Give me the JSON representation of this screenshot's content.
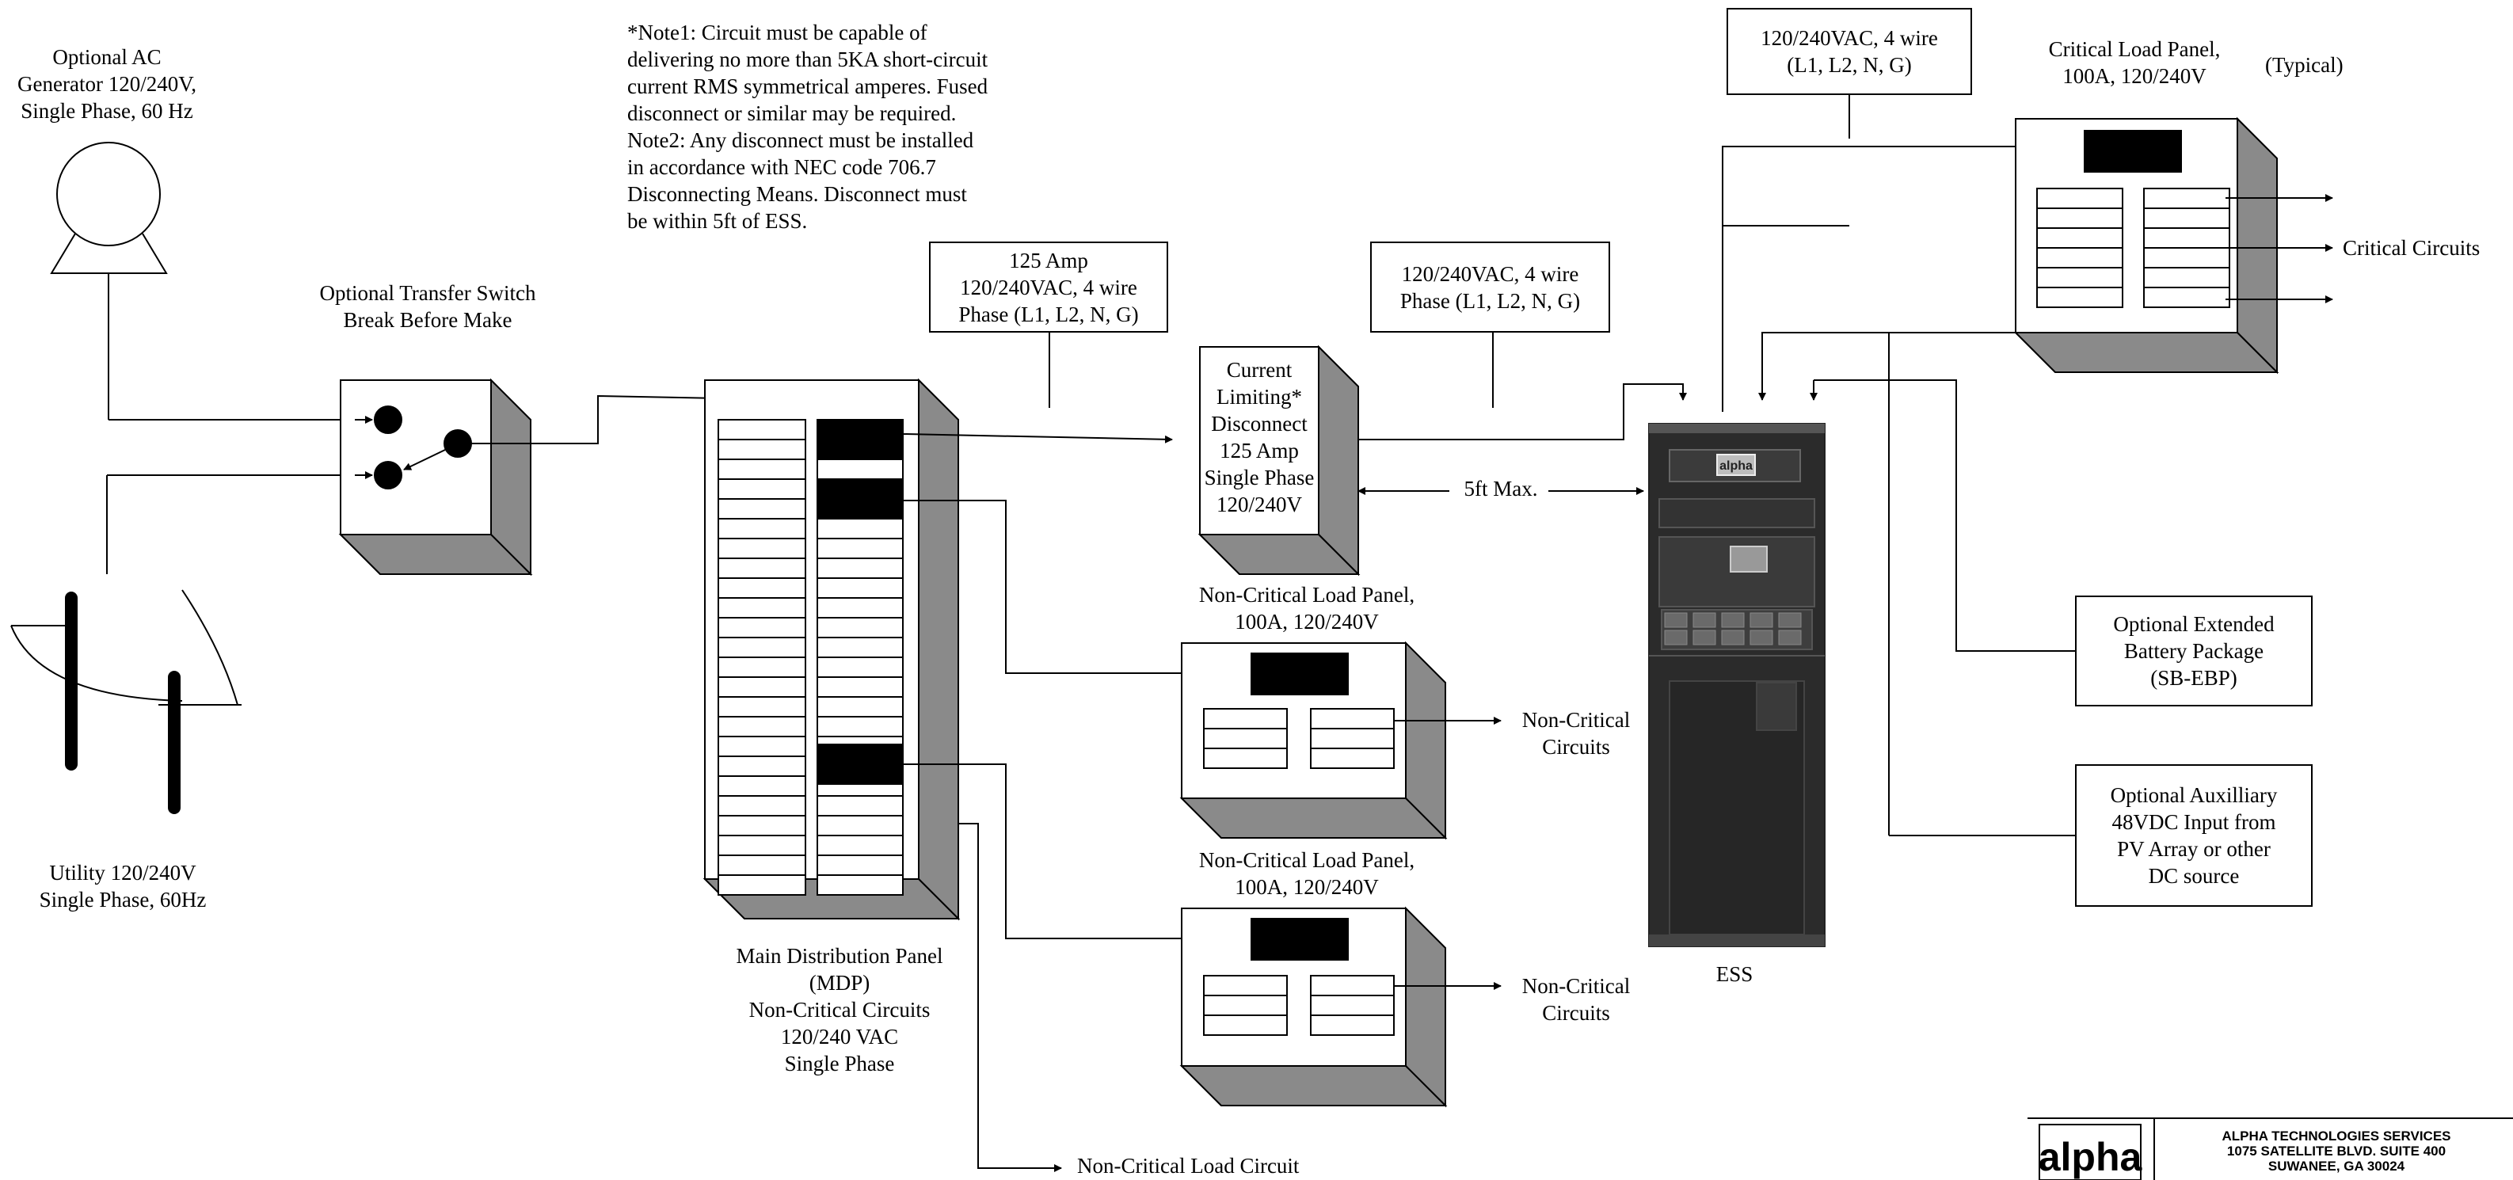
{
  "generator": {
    "label": "Optional AC\nGenerator 120/240V,\nSingle Phase, 60 Hz"
  },
  "utility": {
    "label": "Utility 120/240V\nSingle Phase, 60Hz"
  },
  "transfer_switch": {
    "label": "Optional Transfer Switch\nBreak Before Make"
  },
  "notes": {
    "text": "*Note1: Circuit must be capable of\ndelivering no more than 5KA short-circuit\ncurrent RMS symmetrical amperes. Fused\ndisconnect or similar may be required.\nNote2: Any disconnect must be installed\nin accordance with NEC code 706.7\nDisconnecting Means. Disconnect must\nbe within 5ft of ESS."
  },
  "mdp": {
    "label": "Main Distribution Panel\n(MDP)\nNon-Critical Circuits\n120/240 VAC\nSingle Phase",
    "feed_label": "125 Amp\n120/240VAC, 4 wire\nPhase (L1, L2, N, G)"
  },
  "disconnect": {
    "label": "Current\nLimiting*\nDisconnect\n125 Amp\nSingle Phase\n120/240V",
    "feed_label": "120/240VAC, 4 wire\nPhase (L1, L2, N, G)",
    "distance_label": "5ft Max."
  },
  "noncritical_panel_1": {
    "title": "Non-Critical Load Panel,\n100A, 120/240V",
    "output_label": "Non-Critical\nCircuits"
  },
  "noncritical_panel_2": {
    "title": "Non-Critical Load Panel,\n100A, 120/240V",
    "output_label": "Non-Critical\nCircuits"
  },
  "noncritical_load_circuit": {
    "label": "Non-Critical Load Circuit"
  },
  "critical_panel": {
    "title": "Critical Load Panel,\n100A, 120/240V",
    "typical": "(Typical)",
    "feed_label": "120/240VAC, 4 wire\n(L1, L2, N, G)",
    "output_label": "Critical Circuits"
  },
  "ess": {
    "label": "ESS",
    "logo_text": "alpha"
  },
  "extended_battery": {
    "label": "Optional Extended\nBattery Package\n(SB-EBP)"
  },
  "aux_input": {
    "label": "Optional Auxilliary\n48VDC Input from\nPV Array or other\nDC source"
  },
  "title_block": {
    "logo": "alpha",
    "company": "ALPHA TECHNOLOGIES SERVICES\n1075 SATELLITE BLVD. SUITE 400\nSUWANEE, GA 30024"
  }
}
